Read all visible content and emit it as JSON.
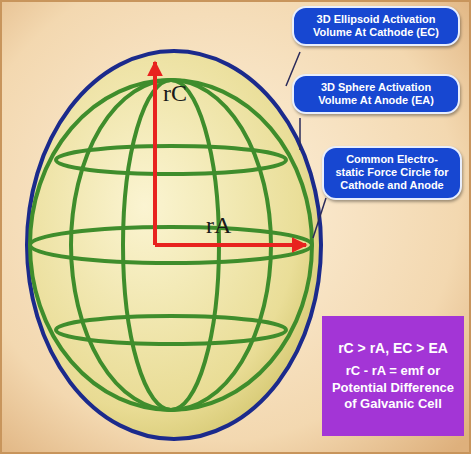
{
  "diagram": {
    "nodes": [
      {
        "text": [
          "3D Ellipsoid Activation Volume At Cathode (EC)"
        ]
      },
      {
        "text": [
          "3D Sphere Activation Volume At Anode (EA)"
        ]
      },
      {
        "text": [
          "Common Electro-static Force Circle for Cathode and Anode"
        ]
      },
      {
        "text": [
          "rC > rA, EC > EA",
          "rC - rA = emf or Potential Difference of Galvanic Cell"
        ]
      }
    ],
    "labels": [
      "rC",
      "rA"
    ]
  }
}
